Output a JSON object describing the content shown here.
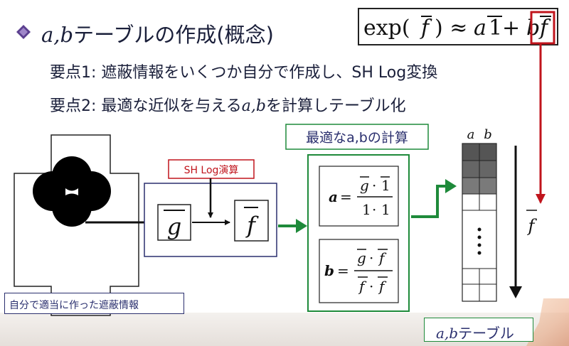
{
  "title": {
    "math_part": "a,b",
    "text_part": "テーブルの作成(概念)"
  },
  "points": [
    {
      "prefix": "要点1: 遮蔽情報をいくつか自分で作成し、SH Log変換",
      "math": "",
      "suffix": ""
    },
    {
      "prefix": "要点2: 最適な近似を与える",
      "math": "a,b",
      "suffix": "を計算しテーブル化"
    }
  ],
  "formula": {
    "lhs": "exp(",
    "f": "f",
    "rhs": ") ≈ ",
    "a": "a",
    "one": "1",
    "plus": " + ",
    "b": "b",
    "f2": "f"
  },
  "labels": {
    "sh_log": "SH Log演算",
    "optimal_ab": "最適なa,bの計算",
    "occluder": "自分で適当に作った遮蔽情報",
    "table_caption_math": "a,b",
    "table_caption_text": "テーブル",
    "column_a": "a",
    "column_b": "b",
    "g": "g",
    "f": "f",
    "arrow_f": "f"
  },
  "equations": {
    "a_lhs": "a",
    "a_num_left": "g",
    "a_num_right": "1",
    "a_den_left": "1",
    "a_den_right": "1",
    "b_lhs": "b",
    "b_num_left": "g",
    "b_num_right": "f",
    "b_den_left": "f",
    "b_den_right": "f",
    "eq": "=",
    "dot": "·"
  },
  "colors": {
    "title_text": "#1a1f3a",
    "bullet": "#5b3f8f",
    "red": "#c0141c",
    "green": "#1e8a3a",
    "navy": "#2a2f6e",
    "dark_cell": "#555555",
    "mid_cell": "#7a7a7a"
  }
}
